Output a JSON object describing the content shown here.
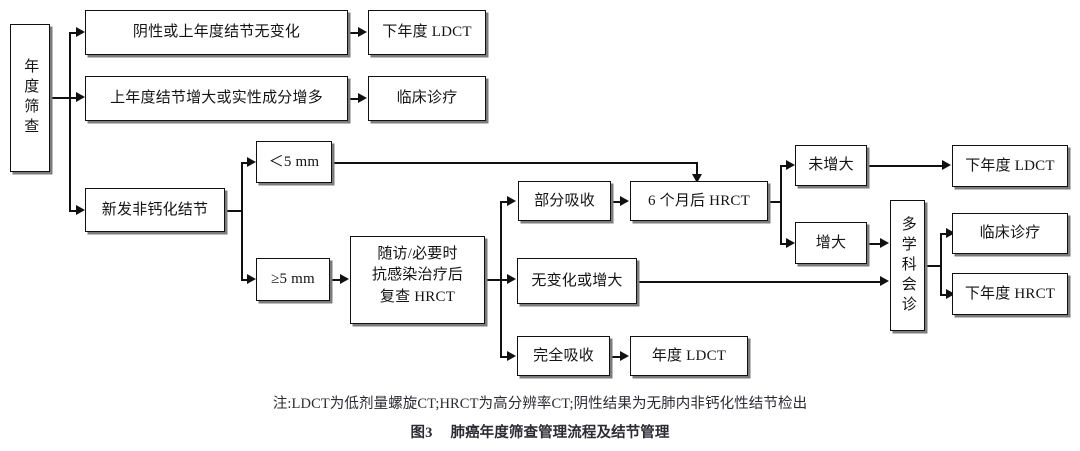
{
  "figure": {
    "note": "注:LDCT为低剂量螺旋CT;HRCT为高分辨率CT;阴性结果为无肺内非钙化性结节检出",
    "number": "图3",
    "title": "肺癌年度筛查管理流程及结节管理"
  },
  "nodes": {
    "annual_screening": "年度筛查",
    "negative_or_unchanged": "阴性或上年度结节无变化",
    "next_year_ldct_top": "下年度 LDCT",
    "enlarged_or_solid_increase": "上年度结节增大或实性成分增多",
    "clinical_diagnosis_top": "临床诊疗",
    "new_noncalcified_nodule": "新发非钙化结节",
    "lt5mm": "＜5 mm",
    "ge5mm": "≥5 mm",
    "followup_box": {
      "line1": "随访/必要时",
      "line2": "抗感染治疗后",
      "line3": "复查 HRCT"
    },
    "partial_absorption": "部分吸收",
    "hrct_6months": "6 个月后 HRCT",
    "unchanged_or_enlarged": "无变化或增大",
    "complete_absorption": "完全吸收",
    "annual_ldct": "年度 LDCT",
    "not_enlarged": "未增大",
    "enlarged": "增大",
    "mdt_consultation": "多学科会诊",
    "next_year_ldct_right": "下年度 LDCT",
    "clinical_diagnosis_right": "临床诊疗",
    "next_year_hrct_right": "下年度 HRCT"
  },
  "colors": {
    "stroke": "#111111",
    "shadow": "#7c7c7c",
    "background": "#ffffff",
    "text": "#141414",
    "caption_text": "#2b2b33"
  },
  "chart_data": {
    "type": "flowchart",
    "title": "肺癌年度筛查管理流程及结节管理",
    "edges": [
      {
        "from": "年度筛查",
        "to": "阴性或上年度结节无变化"
      },
      {
        "from": "年度筛查",
        "to": "上年度结节增大或实性成分增多"
      },
      {
        "from": "年度筛查",
        "to": "新发非钙化结节"
      },
      {
        "from": "阴性或上年度结节无变化",
        "to": "下年度 LDCT"
      },
      {
        "from": "上年度结节增大或实性成分增多",
        "to": "临床诊疗"
      },
      {
        "from": "新发非钙化结节",
        "to": "＜5 mm"
      },
      {
        "from": "新发非钙化结节",
        "to": "≥5 mm"
      },
      {
        "from": "＜5 mm",
        "to": "6 个月后 HRCT"
      },
      {
        "from": "≥5 mm",
        "to": "随访/必要时抗感染治疗后复查 HRCT"
      },
      {
        "from": "随访/必要时抗感染治疗后复查 HRCT",
        "to": "部分吸收"
      },
      {
        "from": "随访/必要时抗感染治疗后复查 HRCT",
        "to": "无变化或增大"
      },
      {
        "from": "随访/必要时抗感染治疗后复查 HRCT",
        "to": "完全吸收"
      },
      {
        "from": "部分吸收",
        "to": "6 个月后 HRCT"
      },
      {
        "from": "完全吸收",
        "to": "年度 LDCT"
      },
      {
        "from": "6 个月后 HRCT",
        "to": "未增大"
      },
      {
        "from": "6 个月后 HRCT",
        "to": "增大"
      },
      {
        "from": "未增大",
        "to": "下年度 LDCT"
      },
      {
        "from": "增大",
        "to": "多学科会诊"
      },
      {
        "from": "无变化或增大",
        "to": "多学科会诊"
      },
      {
        "from": "多学科会诊",
        "to": "临床诊疗"
      },
      {
        "from": "多学科会诊",
        "to": "下年度 HRCT"
      }
    ]
  }
}
